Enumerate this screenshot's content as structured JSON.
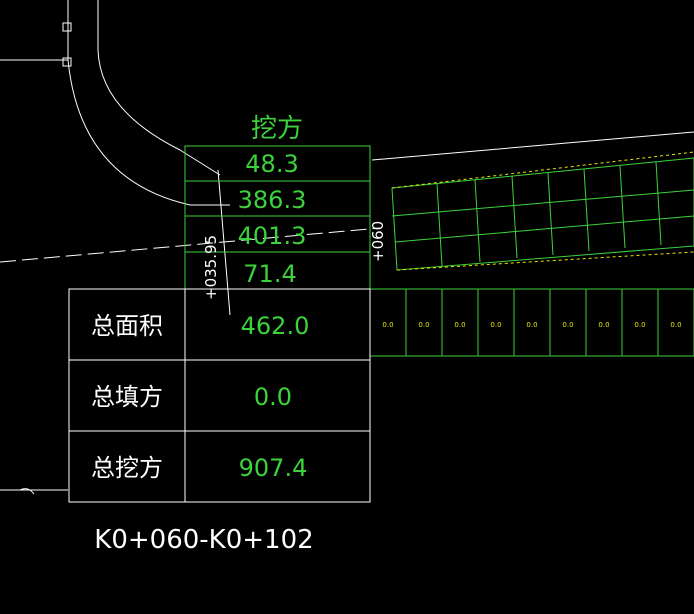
{
  "excavation_header": "挖方",
  "excavation_values": [
    "48.3",
    "386.3",
    "401.3",
    "71.4"
  ],
  "station_labels": {
    "left_vertical": "+035.95",
    "mid_vertical": "+060"
  },
  "summary_rows": [
    {
      "label": "总面积",
      "value": "462.0"
    },
    {
      "label": "总填方",
      "value": "0.0"
    },
    {
      "label": "总挖方",
      "value": "907.4"
    }
  ],
  "strip_cells": [
    "0.0",
    "0.0",
    "0.0",
    "0.0",
    "0.0",
    "0.0",
    "0.0",
    "0.0",
    "0.0"
  ],
  "range_label": "K0+060-K0+102",
  "colors": {
    "background": "#000000",
    "cad_white": "#ffffff",
    "cad_green": "#3cd23c",
    "cad_yellow": "#e6e600",
    "cad_magenta": "#ff40ff"
  }
}
